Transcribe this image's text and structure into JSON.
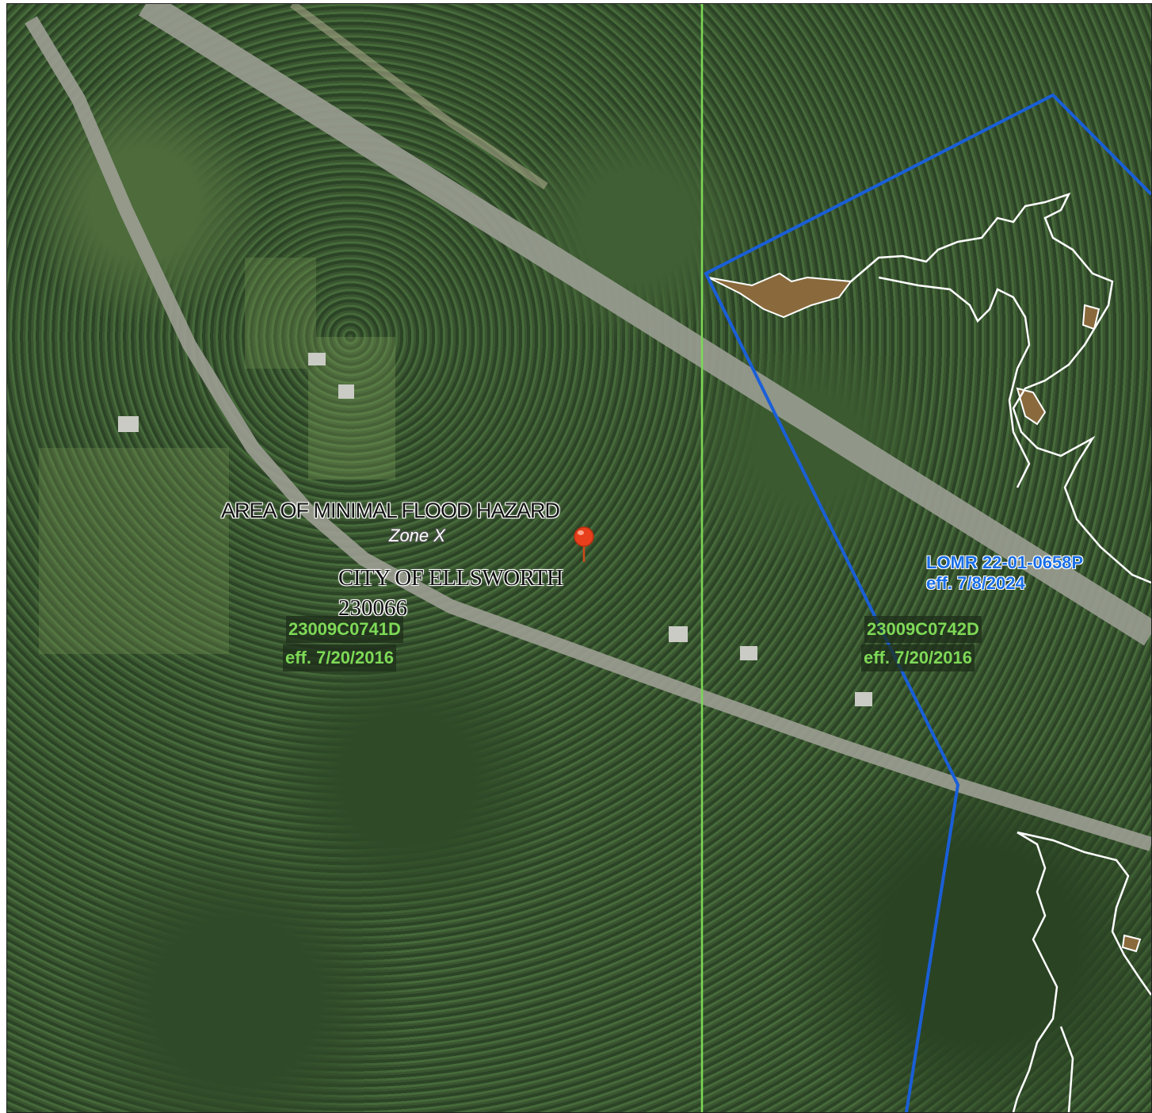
{
  "flood_area": {
    "title": "AREA OF MINIMAL FLOOD HAZARD",
    "zone": "Zone X"
  },
  "community": {
    "name": "CITY OF ELLSWORTH",
    "id": "230066"
  },
  "panel_left": {
    "number": "23009C0741D",
    "effective": "eff. 7/20/2016"
  },
  "panel_right": {
    "number": "23009C0742D",
    "effective": "eff. 7/20/2016"
  },
  "lomr": {
    "number": "LOMR 22-01-0658P",
    "effective": "eff. 7/8/2024"
  },
  "colors": {
    "panel_boundary": "#7ed957",
    "lomr_boundary": "#1a5fd8",
    "flood_zone_fill": "#8a6a3c",
    "flood_zone_outline": "#ffffff",
    "marker": "#e8401c"
  },
  "icons": {
    "location_marker": "map-pin-icon"
  }
}
